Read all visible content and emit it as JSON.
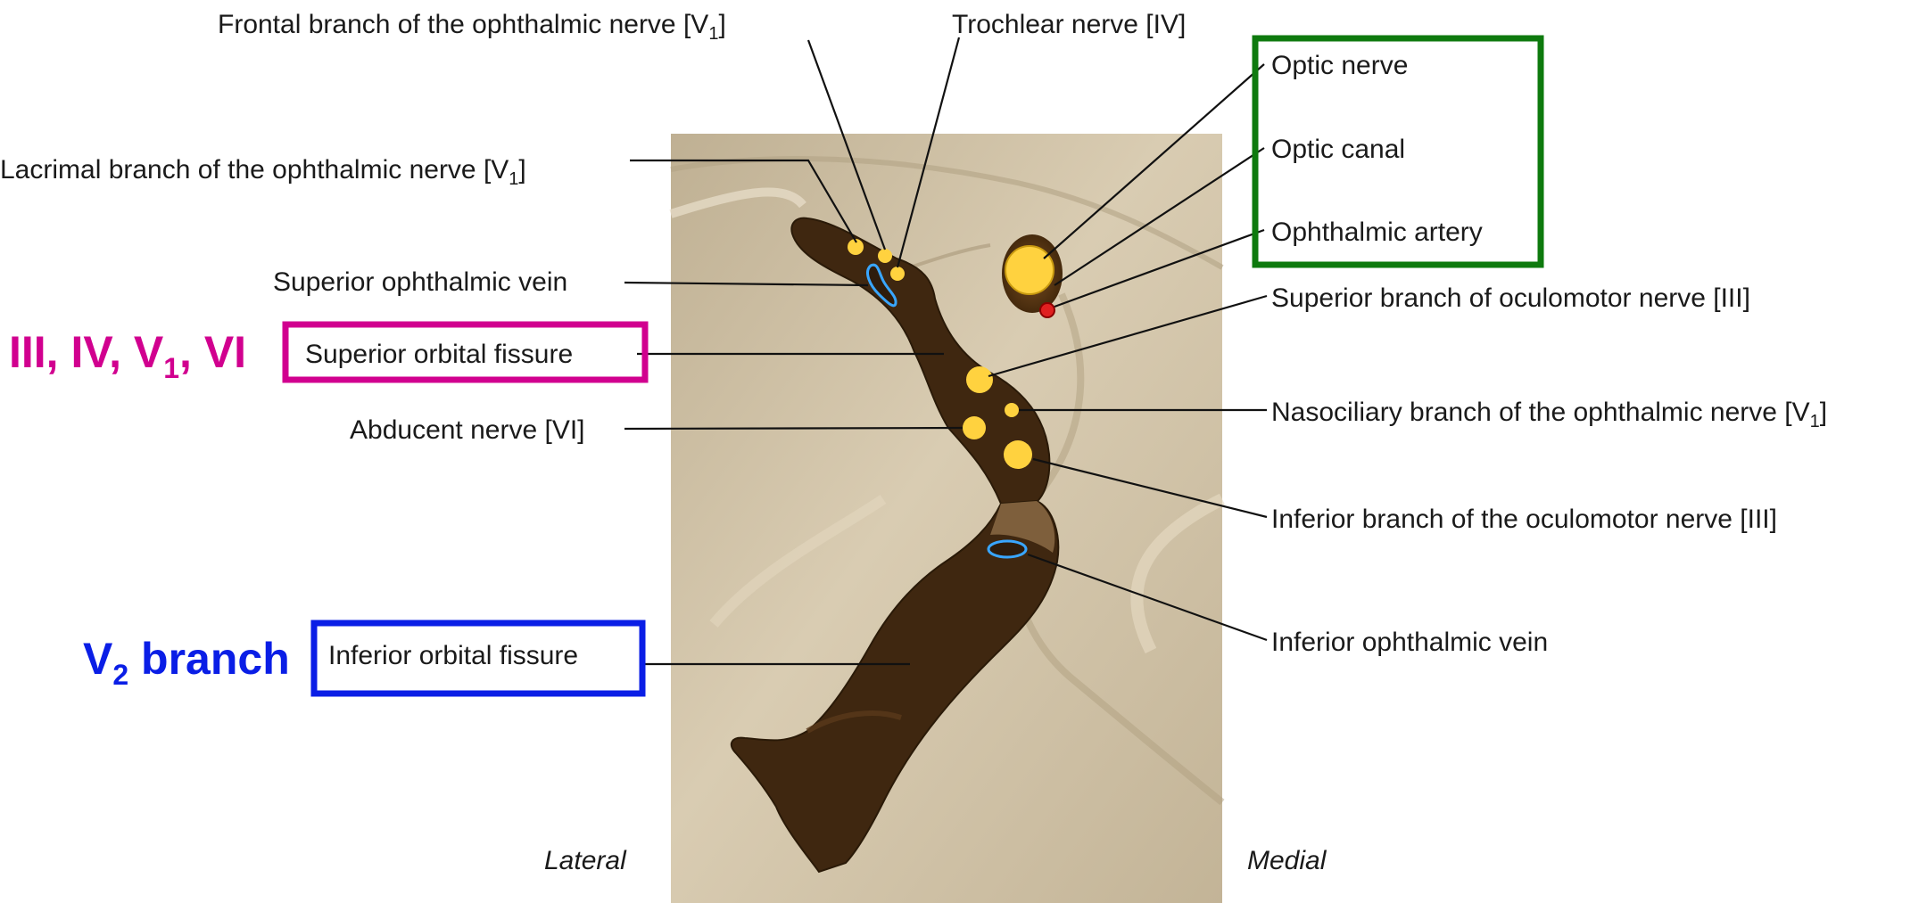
{
  "labels": {
    "frontal_branch": "Frontal branch of the ophthalmic nerve [V1]",
    "trochlear": "Trochlear nerve [IV]",
    "lacrimal_branch": "Lacrimal branch of the ophthalmic nerve [V1]",
    "superior_ophthalmic_vein": "Superior ophthalmic vein",
    "superior_orbital_fissure": "Superior orbital fissure",
    "abducent": "Abducent nerve [VI]",
    "inferior_orbital_fissure": "Inferior orbital fissure",
    "optic_nerve": "Optic nerve",
    "optic_canal": "Optic canal",
    "ophthalmic_artery": "Ophthalmic artery",
    "superior_branch_oculomotor": "Superior branch of oculomotor nerve [III]",
    "nasociliary_branch": "Nasociliary branch of the ophthalmic nerve [V1]",
    "inferior_branch_oculomotor": "Inferior branch of the oculomotor nerve [III]",
    "inferior_ophthalmic_vein": "Inferior ophthalmic vein",
    "lateral": "Lateral",
    "medial": "Medial"
  },
  "annotations": {
    "sof_contents": "III, IV, V1, VI",
    "iof_contents": "V2 branch"
  },
  "colors": {
    "pink": "#d1008f",
    "blue": "#0a1ee6",
    "green": "#0e7a0e",
    "bone": "#cbbca1",
    "fissure": "#3f2710",
    "nerve": "#ffd23f",
    "vein": "#39a6ff",
    "artery": "#e02020"
  }
}
